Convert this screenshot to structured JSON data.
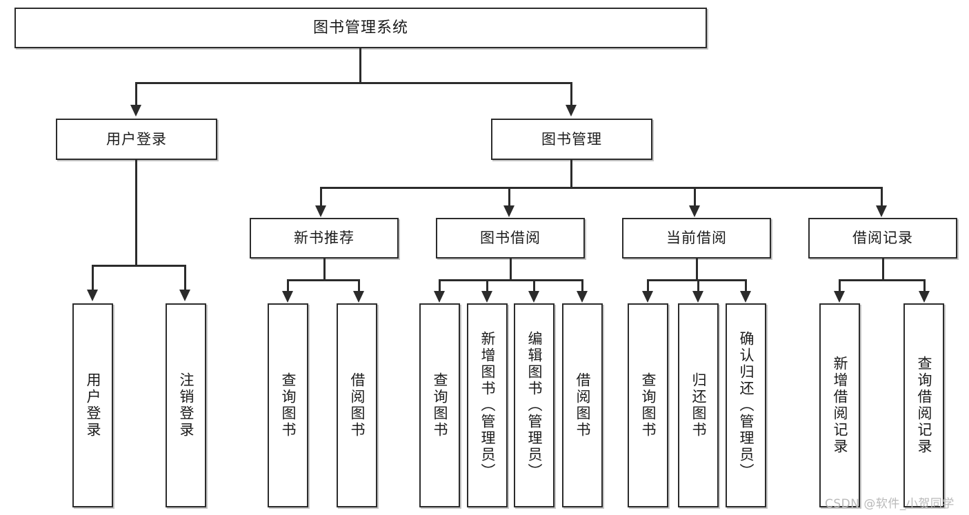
{
  "diagram": {
    "title": "图书管理系统",
    "type": "functional-structure-tree",
    "watermark": "CSDN @软件_小贺同学",
    "colors": {
      "stroke": "#2b2b2b",
      "fill": "#ffffff",
      "text": "#1b1b1b",
      "watermark": "#b9b9b9",
      "background": "#ffffff"
    }
  },
  "root": {
    "label": "图书管理系统"
  },
  "level2": [
    {
      "label": "用户登录"
    },
    {
      "label": "图书管理"
    }
  ],
  "level3": [
    {
      "label": "新书推荐"
    },
    {
      "label": "图书借阅"
    },
    {
      "label": "当前借阅"
    },
    {
      "label": "借阅记录"
    }
  ],
  "leaves": {
    "user_login": [
      {
        "label": "用户登录"
      },
      {
        "label": "注销登录"
      }
    ],
    "new_book_recommend": [
      {
        "label": "查询图书"
      },
      {
        "label": "借阅图书"
      }
    ],
    "book_borrow": [
      {
        "label": "查询图书"
      },
      {
        "label": "新增图书（管理员）"
      },
      {
        "label": "编辑图书（管理员）"
      },
      {
        "label": "借阅图书"
      }
    ],
    "current_borrow": [
      {
        "label": "查询图书"
      },
      {
        "label": "归还图书"
      },
      {
        "label": "确认归还（管理员）"
      }
    ],
    "borrow_records": [
      {
        "label": "新增借阅记录"
      },
      {
        "label": "查询借阅记录"
      }
    ]
  }
}
